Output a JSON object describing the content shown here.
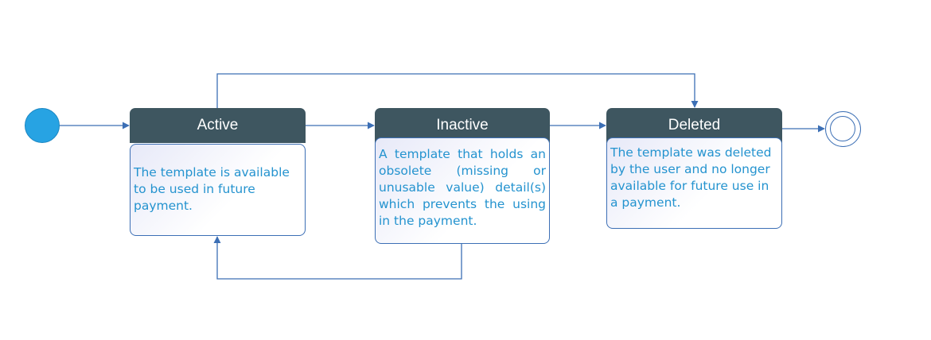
{
  "states": {
    "active": {
      "title": "Active",
      "description": "The template is available to be used in future payment."
    },
    "inactive": {
      "title": "Inactive",
      "description": "A template that holds an obsolete (missing or unusable value) detail(s) which prevents the using in the payment."
    },
    "deleted": {
      "title": "Deleted",
      "description": "The template was deleted by the user and no longer available for future use in a payment."
    }
  },
  "colors": {
    "header": "#3e5660",
    "header_text": "#ffffff",
    "body_text": "#2493cf",
    "arrow": "#3c6fb5",
    "start_node": "#27a3e3"
  }
}
